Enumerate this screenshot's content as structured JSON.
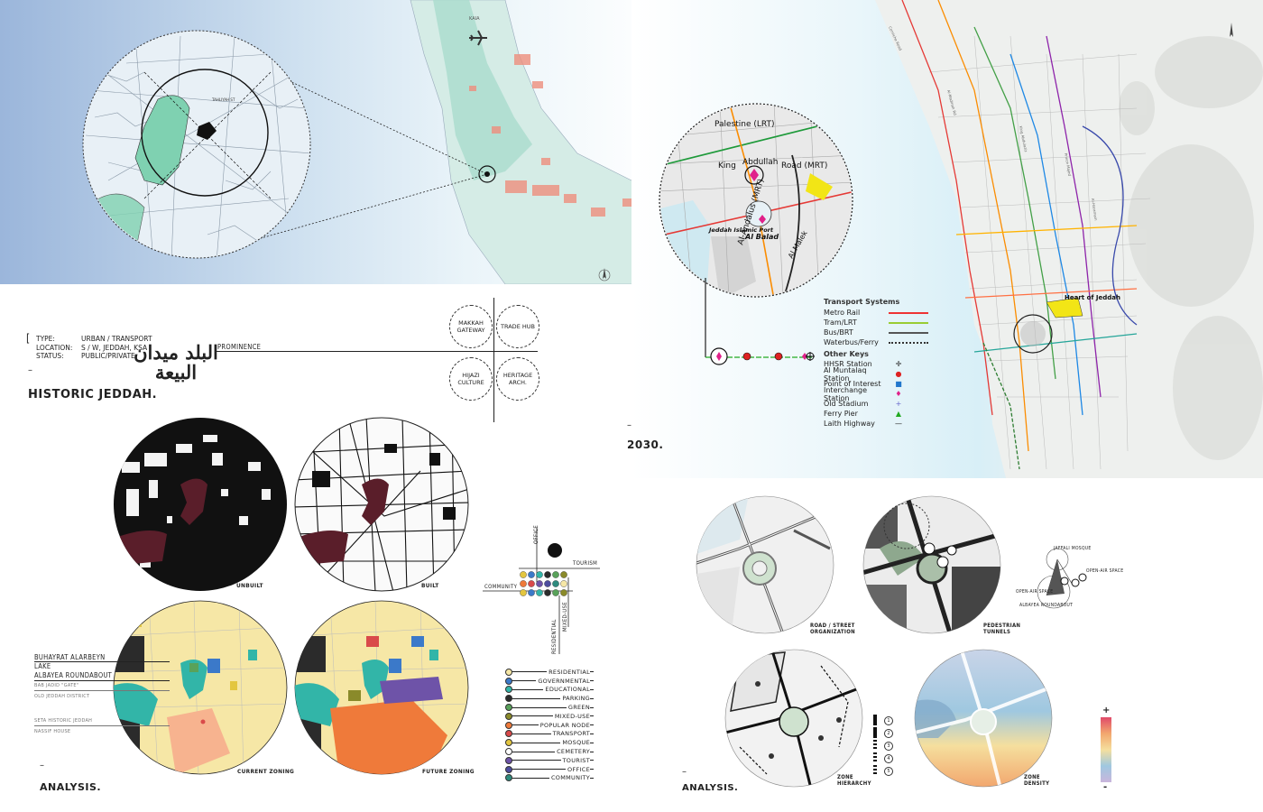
{
  "project": {
    "title": "HISTORIC JEDDAH.",
    "arabic_title": "البلد ميدان البيعة",
    "type_label": "TYPE:",
    "type_value": "URBAN / TRANSPORT",
    "location_label": "LOCATION:",
    "location_value": "S / W, JEDDAH, KSA",
    "status_label": "STATUS:",
    "status_value": "PUBLIC/PRIVATE",
    "prominence": "PROMINENCE"
  },
  "prominence_circles": [
    "MAKKAH GATEWAY",
    "TRADE HUB",
    "HIJAZI CULTURE",
    "HERITAGE ARCH."
  ],
  "top_map": {
    "airport_label": "KAIA",
    "district_label": "TAHLIYAH ST"
  },
  "transport_map": {
    "year": "2030.",
    "heart_label": "Heart of Jeddah",
    "zoom_labels": [
      "Palestine (LRT)",
      "King",
      "Abdullah",
      "Road (MRT)",
      "Al-Andalus (MRT)",
      "Al Balad",
      "Al Malek",
      "Jeddah Islamic Port"
    ],
    "legend_title": "Transport Systems",
    "systems": [
      {
        "name": "Metro Rail",
        "color": "#e33"
      },
      {
        "name": "Tram/LRT",
        "color": "#9c3"
      },
      {
        "name": "Bus/BRT",
        "color": "#555"
      },
      {
        "name": "Waterbus/Ferry",
        "color": "#333"
      }
    ],
    "other_keys_title": "Other Keys",
    "other_keys": [
      {
        "name": "HHSR Station",
        "symbol": "✛",
        "color": "#222"
      },
      {
        "name": "Al Muntalaq Station",
        "symbol": "●",
        "color": "#d22"
      },
      {
        "name": "Point of Interest",
        "symbol": "■",
        "color": "#2277cc"
      },
      {
        "name": "Interchange Station",
        "symbol": "♦",
        "color": "#e0218a"
      },
      {
        "name": "Old Stadium",
        "symbol": "+",
        "color": "#66c"
      },
      {
        "name": "Ferry Pier",
        "symbol": "▲",
        "color": "#2a2"
      },
      {
        "name": "Laith Highway",
        "symbol": "—",
        "color": "#222"
      }
    ],
    "road_labels": [
      "Corniche Road",
      "Al-Madinah Rd",
      "King Abdulaziz",
      "Prince Majed",
      "Al-Haramain"
    ]
  },
  "analysis_left": {
    "heading": "ANALYSIS.",
    "circle_labels": [
      "UNBUILT",
      "BUILT",
      "CURRENT ZONING",
      "FUTURE ZONING"
    ],
    "annotations": [
      "BUHAYRAT ALARBEYN",
      "LAKE",
      "ALBAYEA ROUNDABOUT",
      "BAB JADID \"GATE\"",
      "OLD JEDDAH DISTRICT",
      "SETA HISTORIC JEDDAH",
      "NASSIF HOUSE"
    ],
    "diagram_labels": {
      "office": "OFFICE",
      "tourism": "TOURISM",
      "community": "COMMUNITY",
      "residential": "RESIDENTIAL",
      "mixed": "MIXED-USE"
    },
    "zoning_legend": [
      {
        "name": "RESIDENTIAL",
        "color": "#f6e7a6"
      },
      {
        "name": "GOVERNMENTAL",
        "color": "#3b79c9"
      },
      {
        "name": "EDUCATIONAL",
        "color": "#32b5a8"
      },
      {
        "name": "PARKING",
        "color": "#2b2b2b"
      },
      {
        "name": "GREEN",
        "color": "#59a25a"
      },
      {
        "name": "MIXED-USE",
        "color": "#8a8a2a"
      },
      {
        "name": "POPULAR NODE",
        "color": "#ef7a3a"
      },
      {
        "name": "TRANSPORT",
        "color": "#d94a4a"
      },
      {
        "name": "MOSQUE",
        "color": "#e3c640"
      },
      {
        "name": "CEMETERY",
        "color": "#ffffff"
      },
      {
        "name": "TOURIST",
        "color": "#6e53a8"
      },
      {
        "name": "OFFICE",
        "color": "#4d4d9e"
      },
      {
        "name": "COMMUNITY",
        "color": "#2e8b7d"
      }
    ]
  },
  "analysis_right": {
    "heading": "ANALYSIS.",
    "circle_labels": [
      "ROAD / STREET ORGANIZATION",
      "PEDESTRIAN TUNNELS",
      "ZONE HIERARCHY",
      "ZONE DENSITY"
    ],
    "node_labels": [
      "JAFFALI MOSQUE",
      "OPEN-AIR SPACE",
      "OPEN-AIR SPACE",
      "ALBAYEA ROUNDABOUT"
    ],
    "hierarchy_numbers": [
      "1",
      "2",
      "3",
      "4",
      "5"
    ],
    "density_plus": "+",
    "density_minus": "-"
  }
}
